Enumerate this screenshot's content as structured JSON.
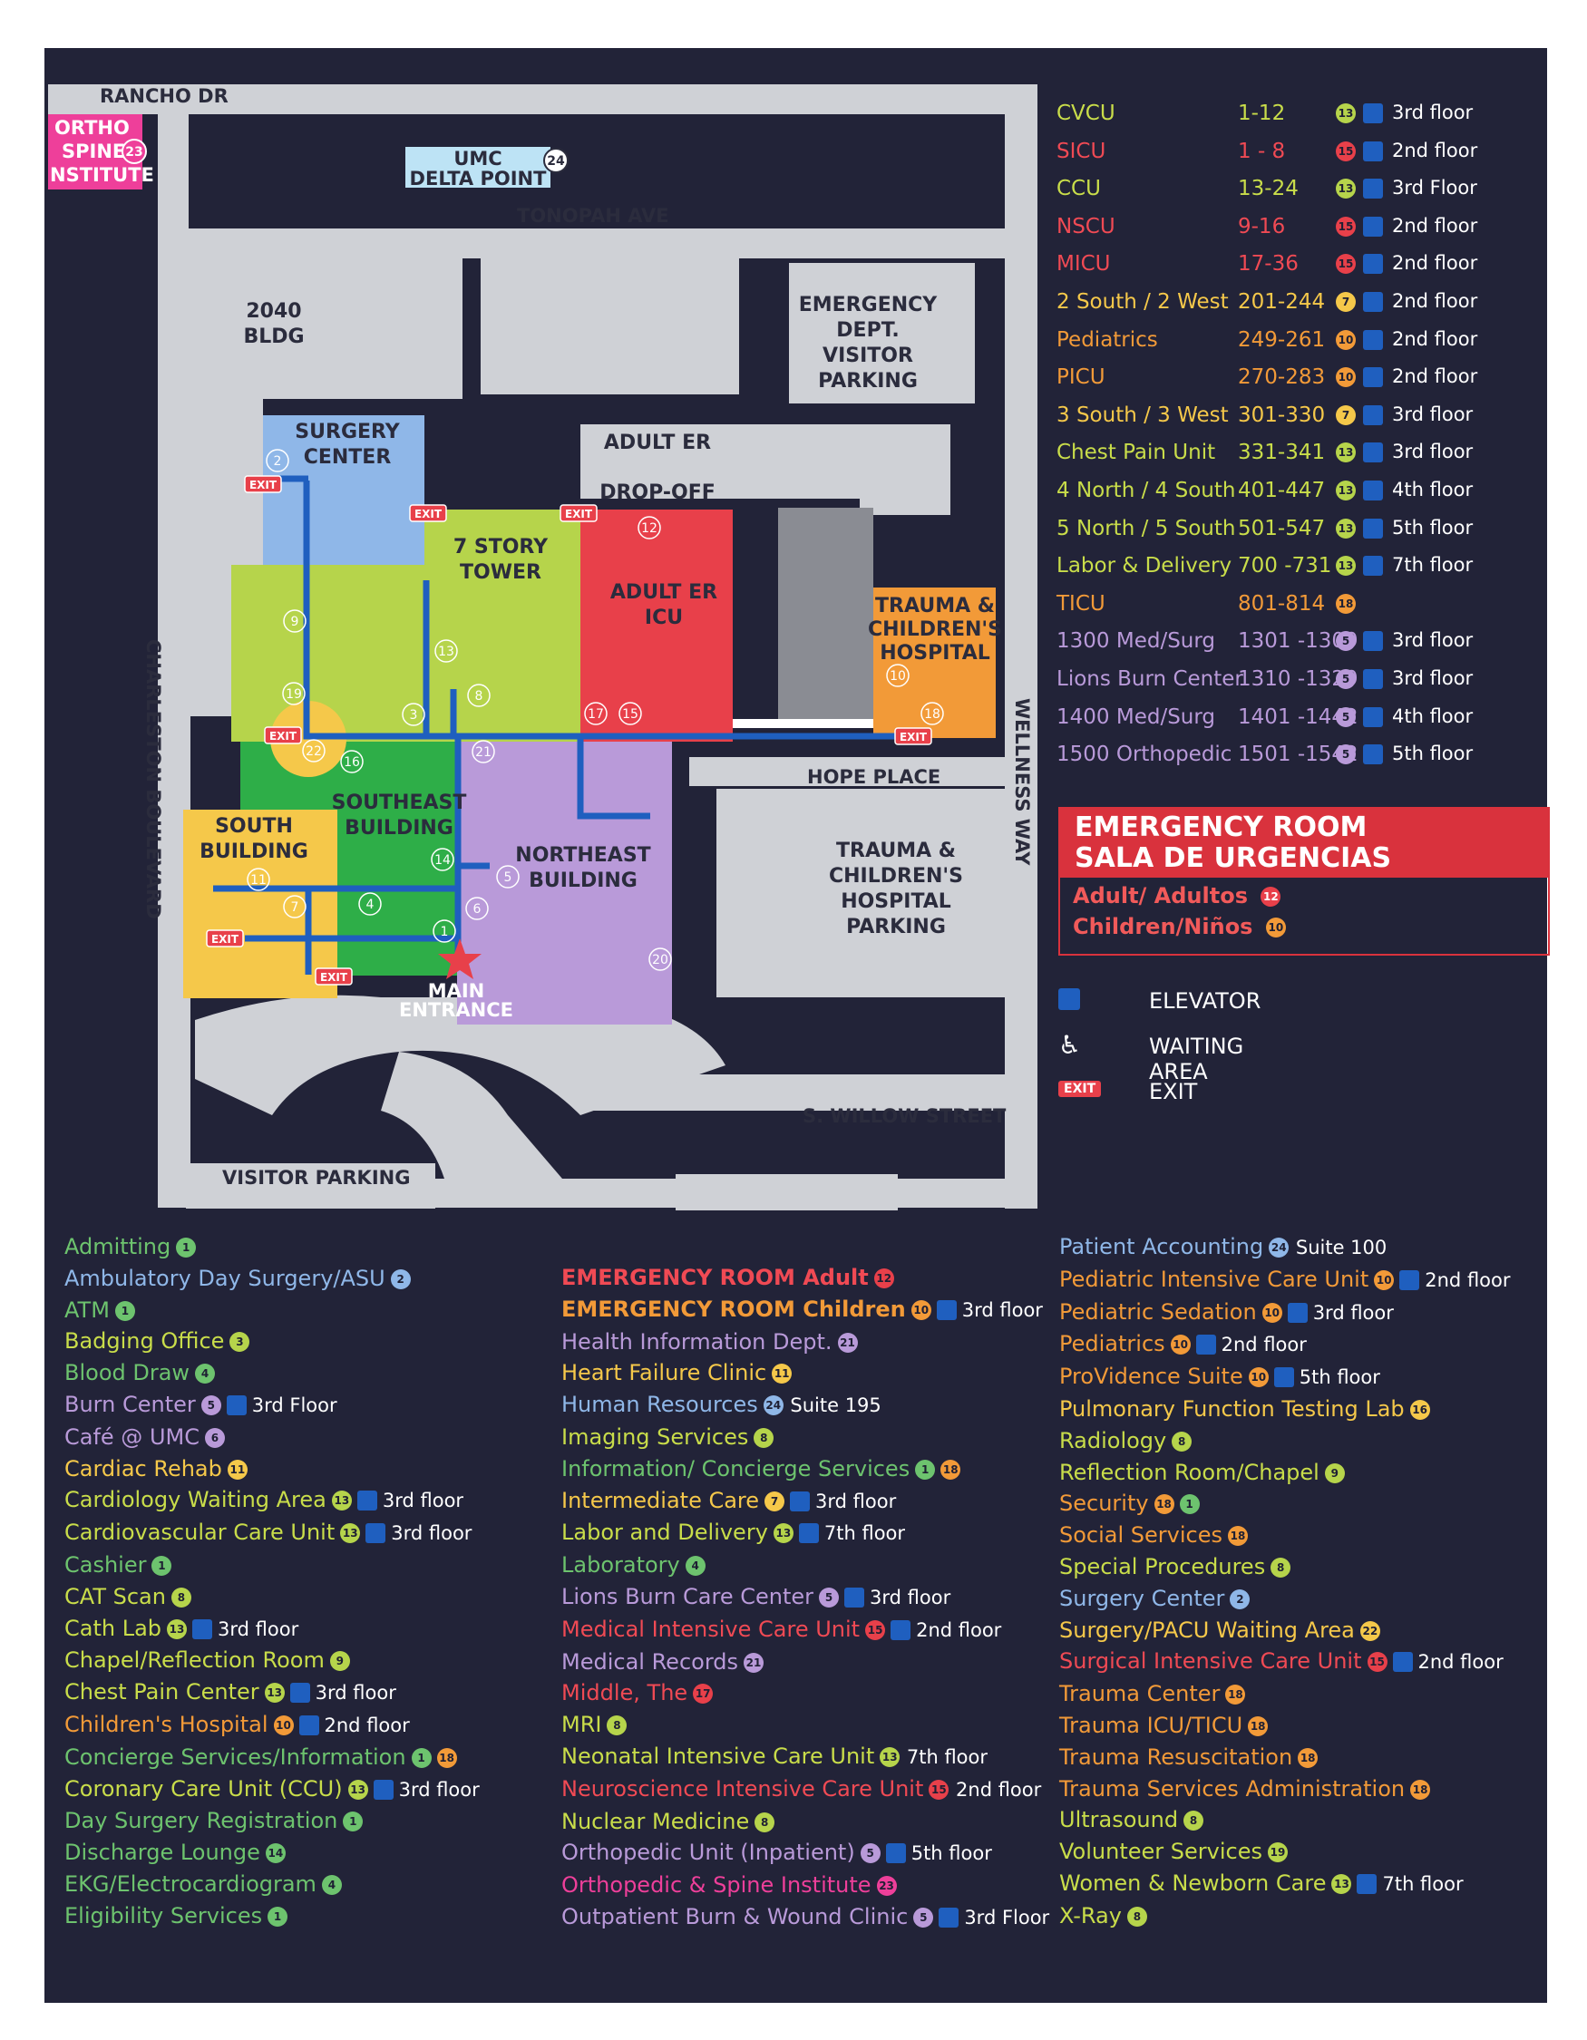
{
  "colors": {
    "panel": "#222338",
    "road": "#cfd1d6",
    "green": "#6dc36e",
    "red": "#e8404a",
    "orange": "#f29a38",
    "lightgreen": "#b6d44b",
    "purple": "#b99ad9",
    "blue": "#8fb7e8",
    "pink": "#ee3f9a"
  },
  "map": {
    "streets": {
      "rancho": "RANCHO DR",
      "tonopah": "TONOPAH AVE",
      "charleston": "CHARLESTON BOULEVARD",
      "wellness": "WELLNESS WAY",
      "hope": "HOPE PLACE",
      "willow": "S. WILLOW STREET",
      "visitor_parking": "VISITOR PARKING"
    },
    "ortho": {
      "l1": "ORTHO",
      "l2": "SPINE",
      "l3": "NSTITUTE",
      "num": "23"
    },
    "delta": {
      "l1": "UMC",
      "l2": "DELTA POINT",
      "num": "24"
    },
    "bldg2040": {
      "l1": "2040",
      "l2": "BLDG"
    },
    "emergency_parking": {
      "l1": "EMERGENCY",
      "l2": "DEPT.",
      "l3": "VISITOR",
      "l4": "PARKING"
    },
    "adult_er_dropoff": {
      "l1": "ADULT ER",
      "l2": "DROP-OFF"
    },
    "surgery": {
      "l1": "SURGERY",
      "l2": "CENTER"
    },
    "tower": {
      "l1": "7 STORY",
      "l2": "TOWER"
    },
    "er_icu": {
      "l1": "ADULT ER",
      "l2": "ICU"
    },
    "trauma": {
      "l1": "TRAUMA &",
      "l2": "CHILDREN'S",
      "l3": "HOSPITAL"
    },
    "trauma_parking": {
      "l1": "TRAUMA &",
      "l2": "CHILDREN'S",
      "l3": "HOSPITAL",
      "l4": "PARKING"
    },
    "south": {
      "l1": "SOUTH",
      "l2": "BUILDING"
    },
    "southeast": {
      "l1": "SOUTHEAST",
      "l2": "BUILDING"
    },
    "northeast": {
      "l1": "NORTHEAST",
      "l2": "BUILDING"
    },
    "main_entrance": {
      "l1": "MAIN",
      "l2": "ENTRANCE"
    },
    "exit": "EXIT",
    "circles": [
      {
        "n": "2"
      },
      {
        "n": "9"
      },
      {
        "n": "19"
      },
      {
        "n": "22"
      },
      {
        "n": "16"
      },
      {
        "n": "3"
      },
      {
        "n": "13"
      },
      {
        "n": "8"
      },
      {
        "n": "12"
      },
      {
        "n": "17"
      },
      {
        "n": "15"
      },
      {
        "n": "10"
      },
      {
        "n": "18"
      },
      {
        "n": "21"
      },
      {
        "n": "11"
      },
      {
        "n": "7"
      },
      {
        "n": "4"
      },
      {
        "n": "14"
      },
      {
        "n": "5"
      },
      {
        "n": "6"
      },
      {
        "n": "1"
      },
      {
        "n": "20"
      }
    ]
  },
  "units": [
    {
      "name": "CVCU",
      "rooms": "1-12",
      "num": "13",
      "bc": "#b6d44b",
      "floor": "3rd floor",
      "color": "#c9dd4a"
    },
    {
      "name": "SICU",
      "rooms": "1 - 8",
      "num": "15",
      "bc": "#e8404a",
      "floor": "2nd floor",
      "color": "#f04a54"
    },
    {
      "name": "CCU",
      "rooms": "13-24",
      "num": "13",
      "bc": "#b6d44b",
      "floor": "3rd Floor",
      "color": "#c9dd4a"
    },
    {
      "name": "NSCU",
      "rooms": "9-16",
      "num": "15",
      "bc": "#e8404a",
      "floor": "2nd floor",
      "color": "#f04a54"
    },
    {
      "name": "MICU",
      "rooms": "17-36",
      "num": "15",
      "bc": "#e8404a",
      "floor": "2nd floor",
      "color": "#f04a54"
    },
    {
      "name": "2 South / 2 West",
      "rooms": "201-244",
      "num": "7",
      "bc": "#f5c84a",
      "floor": "2nd floor",
      "color": "#f5c84a"
    },
    {
      "name": "Pediatrics",
      "rooms": "249-261",
      "num": "10",
      "bc": "#f29a38",
      "floor": "2nd floor",
      "color": "#f29a38"
    },
    {
      "name": "PICU",
      "rooms": "270-283",
      "num": "10",
      "bc": "#f29a38",
      "floor": "2nd floor",
      "color": "#f29a38"
    },
    {
      "name": "3 South / 3 West",
      "rooms": "301-330",
      "num": "7",
      "bc": "#f5c84a",
      "floor": "3rd floor",
      "color": "#f5c84a"
    },
    {
      "name": "Chest Pain Unit",
      "rooms": "331-341",
      "num": "13",
      "bc": "#b6d44b",
      "floor": "3rd floor",
      "color": "#c9dd4a"
    },
    {
      "name": "4 North / 4 South",
      "rooms": "401-447",
      "num": "13",
      "bc": "#b6d44b",
      "floor": "4th floor",
      "color": "#c9dd4a"
    },
    {
      "name": "5 North / 5 South",
      "rooms": "501-547",
      "num": "13",
      "bc": "#b6d44b",
      "floor": "5th floor",
      "color": "#c9dd4a"
    },
    {
      "name": "Labor & Delivery",
      "rooms": "700 -731",
      "num": "13",
      "bc": "#b6d44b",
      "floor": "7th floor",
      "color": "#c9dd4a"
    },
    {
      "name": "TICU",
      "rooms": "801-814",
      "num": "18",
      "bc": "#f29a38",
      "floor": "",
      "color": "#f29a38"
    },
    {
      "name": "1300 Med/Surg",
      "rooms": "1301 -1309",
      "num": "5",
      "bc": "#b99ad9",
      "floor": "3rd floor",
      "color": "#b99ad9"
    },
    {
      "name": "Lions Burn Center",
      "rooms": "1310 -1329",
      "num": "5",
      "bc": "#b99ad9",
      "floor": "3rd floor",
      "color": "#b99ad9"
    },
    {
      "name": "1400 Med/Surg",
      "rooms": "1401 -1442",
      "num": "5",
      "bc": "#b99ad9",
      "floor": "4th floor",
      "color": "#b99ad9"
    },
    {
      "name": "1500 Orthopedic",
      "rooms": "1501 -1542",
      "num": "5",
      "bc": "#b99ad9",
      "floor": "5th floor",
      "color": "#b99ad9"
    }
  ],
  "er_box": {
    "title1": "EMERGENCY ROOM",
    "title2": "SALA DE URGENCIAS",
    "adult": "Adult/ Adultos",
    "adult_num": "12",
    "children": "Children/Niños",
    "children_num": "10"
  },
  "legend": {
    "elevator": "ELEVATOR",
    "waiting": "WAITING AREA",
    "exit": "EXIT"
  },
  "directory": {
    "col1": [
      {
        "t": "Admitting",
        "c": "#6dc36e",
        "b": [
          [
            "1",
            "#6dc36e"
          ]
        ],
        "f": ""
      },
      {
        "t": "Ambulatory Day Surgery/ASU",
        "c": "#8fb7e8",
        "b": [
          [
            "2",
            "#8fb7e8"
          ]
        ],
        "f": ""
      },
      {
        "t": "ATM",
        "c": "#6dc36e",
        "b": [
          [
            "1",
            "#6dc36e"
          ]
        ],
        "f": ""
      },
      {
        "t": "Badging Office",
        "c": "#c9dd4a",
        "b": [
          [
            "3",
            "#b6d44b"
          ]
        ],
        "f": ""
      },
      {
        "t": "Blood Draw",
        "c": "#6dc36e",
        "b": [
          [
            "4",
            "#6dc36e"
          ]
        ],
        "f": ""
      },
      {
        "t": "Burn Center",
        "c": "#b99ad9",
        "b": [
          [
            "5",
            "#b99ad9"
          ]
        ],
        "f": "3rd Floor"
      },
      {
        "t": "Café @ UMC",
        "c": "#b99ad9",
        "b": [
          [
            "6",
            "#b99ad9"
          ]
        ],
        "f": ""
      },
      {
        "t": "Cardiac Rehab",
        "c": "#f5c84a",
        "b": [
          [
            "11",
            "#f5c84a"
          ]
        ],
        "f": ""
      },
      {
        "t": "Cardiology Waiting Area",
        "c": "#c9dd4a",
        "b": [
          [
            "13",
            "#b6d44b"
          ]
        ],
        "f": "3rd floor"
      },
      {
        "t": "Cardiovascular Care Unit",
        "c": "#c9dd4a",
        "b": [
          [
            "13",
            "#b6d44b"
          ]
        ],
        "f": "3rd floor"
      },
      {
        "t": "Cashier",
        "c": "#6dc36e",
        "b": [
          [
            "1",
            "#6dc36e"
          ]
        ],
        "f": ""
      },
      {
        "t": "CAT Scan",
        "c": "#c9dd4a",
        "b": [
          [
            "8",
            "#b6d44b"
          ]
        ],
        "f": ""
      },
      {
        "t": "Cath Lab",
        "c": "#c9dd4a",
        "b": [
          [
            "13",
            "#b6d44b"
          ]
        ],
        "f": "3rd floor"
      },
      {
        "t": "Chapel/Reflection Room",
        "c": "#c9dd4a",
        "b": [
          [
            "9",
            "#b6d44b"
          ]
        ],
        "f": ""
      },
      {
        "t": "Chest Pain Center",
        "c": "#c9dd4a",
        "b": [
          [
            "13",
            "#b6d44b"
          ]
        ],
        "f": "3rd floor"
      },
      {
        "t": "Children's Hospital",
        "c": "#f29a38",
        "b": [
          [
            "10",
            "#f29a38"
          ]
        ],
        "f": "2nd floor"
      },
      {
        "t": "Concierge Services/Information",
        "c": "#6dc36e",
        "b": [
          [
            "1",
            "#6dc36e"
          ],
          [
            "18",
            "#f29a38"
          ]
        ],
        "f": ""
      },
      {
        "t": "Coronary Care Unit (CCU)",
        "c": "#c9dd4a",
        "b": [
          [
            "13",
            "#b6d44b"
          ]
        ],
        "f": "3rd floor"
      },
      {
        "t": "Day Surgery Registration",
        "c": "#6dc36e",
        "b": [
          [
            "1",
            "#6dc36e"
          ]
        ],
        "f": ""
      },
      {
        "t": "Discharge Lounge",
        "c": "#6dc36e",
        "b": [
          [
            "14",
            "#6dc36e"
          ]
        ],
        "f": ""
      },
      {
        "t": "EKG/Electrocardiogram",
        "c": "#6dc36e",
        "b": [
          [
            "4",
            "#6dc36e"
          ]
        ],
        "f": ""
      },
      {
        "t": "Eligibility Services",
        "c": "#6dc36e",
        "b": [
          [
            "1",
            "#6dc36e"
          ]
        ],
        "f": ""
      }
    ],
    "col2": [
      {
        "t": "EMERGENCY ROOM Adult",
        "c": "#f04a54",
        "bold": true,
        "b": [
          [
            "12",
            "#e8404a"
          ]
        ],
        "f": ""
      },
      {
        "t": "EMERGENCY ROOM Children",
        "c": "#f29a38",
        "bold": true,
        "b": [
          [
            "10",
            "#f29a38"
          ]
        ],
        "f": "3rd floor"
      },
      {
        "t": "Health Information Dept.",
        "c": "#b99ad9",
        "b": [
          [
            "21",
            "#b99ad9"
          ]
        ],
        "f": ""
      },
      {
        "t": "Heart Failure Clinic",
        "c": "#f5c84a",
        "b": [
          [
            "11",
            "#f5c84a"
          ]
        ],
        "f": ""
      },
      {
        "t": "Human Resources",
        "c": "#8fb7e8",
        "b": [
          [
            "24",
            "#8fb7e8"
          ]
        ],
        "f": "Suite 195",
        "nobox": true
      },
      {
        "t": "Imaging Services",
        "c": "#c9dd4a",
        "b": [
          [
            "8",
            "#b6d44b"
          ]
        ],
        "f": ""
      },
      {
        "t": "Information/ Concierge Services",
        "c": "#6dc36e",
        "b": [
          [
            "1",
            "#6dc36e"
          ],
          [
            "18",
            "#f29a38"
          ]
        ],
        "f": ""
      },
      {
        "t": "Intermediate Care",
        "c": "#f5c84a",
        "b": [
          [
            "7",
            "#f5c84a"
          ]
        ],
        "f": "3rd floor"
      },
      {
        "t": "Labor and Delivery",
        "c": "#c9dd4a",
        "b": [
          [
            "13",
            "#b6d44b"
          ]
        ],
        "f": "7th floor"
      },
      {
        "t": "Laboratory",
        "c": "#6dc36e",
        "b": [
          [
            "4",
            "#6dc36e"
          ]
        ],
        "f": ""
      },
      {
        "t": "Lions Burn Care Center",
        "c": "#b99ad9",
        "b": [
          [
            "5",
            "#b99ad9"
          ]
        ],
        "f": "3rd floor"
      },
      {
        "t": "Medical Intensive Care Unit",
        "c": "#f04a54",
        "b": [
          [
            "15",
            "#e8404a"
          ]
        ],
        "f": "2nd floor"
      },
      {
        "t": "Medical Records",
        "c": "#b99ad9",
        "b": [
          [
            "21",
            "#b99ad9"
          ]
        ],
        "f": ""
      },
      {
        "t": "Middle, The",
        "c": "#f04a54",
        "b": [
          [
            "17",
            "#e8404a"
          ]
        ],
        "f": ""
      },
      {
        "t": "MRI",
        "c": "#c9dd4a",
        "b": [
          [
            "8",
            "#b6d44b"
          ]
        ],
        "f": ""
      },
      {
        "t": "Neonatal Intensive Care Unit",
        "c": "#c9dd4a",
        "b": [
          [
            "13",
            "#b6d44b"
          ]
        ],
        "f": "7th floor",
        "nobox": true
      },
      {
        "t": "Neuroscience Intensive Care Unit",
        "c": "#f04a54",
        "b": [
          [
            "15",
            "#e8404a"
          ]
        ],
        "f": "2nd floor",
        "nobox": true
      },
      {
        "t": "Nuclear Medicine",
        "c": "#c9dd4a",
        "b": [
          [
            "8",
            "#b6d44b"
          ]
        ],
        "f": ""
      },
      {
        "t": "Orthopedic Unit (Inpatient)",
        "c": "#b99ad9",
        "b": [
          [
            "5",
            "#b99ad9"
          ]
        ],
        "f": "5th floor"
      },
      {
        "t": "Orthopedic & Spine Institute",
        "c": "#ee3f9a",
        "b": [
          [
            "23",
            "#ee3f9a"
          ]
        ],
        "f": ""
      },
      {
        "t": "Outpatient Burn & Wound Clinic",
        "c": "#b99ad9",
        "b": [
          [
            "5",
            "#b99ad9"
          ]
        ],
        "f": "3rd Floor"
      }
    ],
    "col3": [
      {
        "t": "Patient Accounting",
        "c": "#8fb7e8",
        "b": [
          [
            "24",
            "#8fb7e8"
          ]
        ],
        "f": "Suite 100",
        "nobox": true
      },
      {
        "t": "Pediatric Intensive Care Unit",
        "c": "#f29a38",
        "b": [
          [
            "10",
            "#f29a38"
          ]
        ],
        "f": "2nd floor"
      },
      {
        "t": "Pediatric Sedation",
        "c": "#f29a38",
        "b": [
          [
            "10",
            "#f29a38"
          ]
        ],
        "f": "3rd floor"
      },
      {
        "t": "Pediatrics",
        "c": "#f29a38",
        "b": [
          [
            "10",
            "#f29a38"
          ]
        ],
        "f": "2nd floor"
      },
      {
        "t": "ProVidence Suite",
        "c": "#f29a38",
        "b": [
          [
            "10",
            "#f29a38"
          ]
        ],
        "f": "5th floor"
      },
      {
        "t": "Pulmonary Function Testing Lab",
        "c": "#f5c84a",
        "b": [
          [
            "16",
            "#f5c84a"
          ]
        ],
        "f": ""
      },
      {
        "t": "Radiology",
        "c": "#c9dd4a",
        "b": [
          [
            "8",
            "#b6d44b"
          ]
        ],
        "f": ""
      },
      {
        "t": "Reflection Room/Chapel",
        "c": "#c9dd4a",
        "b": [
          [
            "9",
            "#b6d44b"
          ]
        ],
        "f": ""
      },
      {
        "t": "Security",
        "c": "#f29a38",
        "b": [
          [
            "18",
            "#f29a38"
          ],
          [
            "1",
            "#6dc36e"
          ]
        ],
        "f": ""
      },
      {
        "t": "Social Services",
        "c": "#f29a38",
        "b": [
          [
            "18",
            "#f29a38"
          ]
        ],
        "f": ""
      },
      {
        "t": "Special Procedures",
        "c": "#c9dd4a",
        "b": [
          [
            "8",
            "#b6d44b"
          ]
        ],
        "f": ""
      },
      {
        "t": "Surgery Center",
        "c": "#8fb7e8",
        "b": [
          [
            "2",
            "#8fb7e8"
          ]
        ],
        "f": ""
      },
      {
        "t": "Surgery/PACU Waiting Area",
        "c": "#f5c84a",
        "b": [
          [
            "22",
            "#f5c84a"
          ]
        ],
        "f": ""
      },
      {
        "t": "Surgical Intensive Care Unit",
        "c": "#f04a54",
        "b": [
          [
            "15",
            "#e8404a"
          ]
        ],
        "f": "2nd floor"
      },
      {
        "t": "Trauma Center",
        "c": "#f29a38",
        "b": [
          [
            "18",
            "#f29a38"
          ]
        ],
        "f": ""
      },
      {
        "t": "Trauma ICU/TICU",
        "c": "#f29a38",
        "b": [
          [
            "18",
            "#f29a38"
          ]
        ],
        "f": ""
      },
      {
        "t": "Trauma Resuscitation",
        "c": "#f29a38",
        "b": [
          [
            "18",
            "#f29a38"
          ]
        ],
        "f": ""
      },
      {
        "t": "Trauma Services Administration",
        "c": "#f29a38",
        "b": [
          [
            "18",
            "#f29a38"
          ]
        ],
        "f": ""
      },
      {
        "t": "Ultrasound",
        "c": "#c9dd4a",
        "b": [
          [
            "8",
            "#b6d44b"
          ]
        ],
        "f": ""
      },
      {
        "t": "Volunteer Services",
        "c": "#c9dd4a",
        "b": [
          [
            "19",
            "#b6d44b"
          ]
        ],
        "f": ""
      },
      {
        "t": "Women & Newborn Care",
        "c": "#c9dd4a",
        "b": [
          [
            "13",
            "#b6d44b"
          ]
        ],
        "f": "7th floor"
      },
      {
        "t": "X-Ray",
        "c": "#c9dd4a",
        "b": [
          [
            "8",
            "#b6d44b"
          ]
        ],
        "f": ""
      }
    ]
  }
}
